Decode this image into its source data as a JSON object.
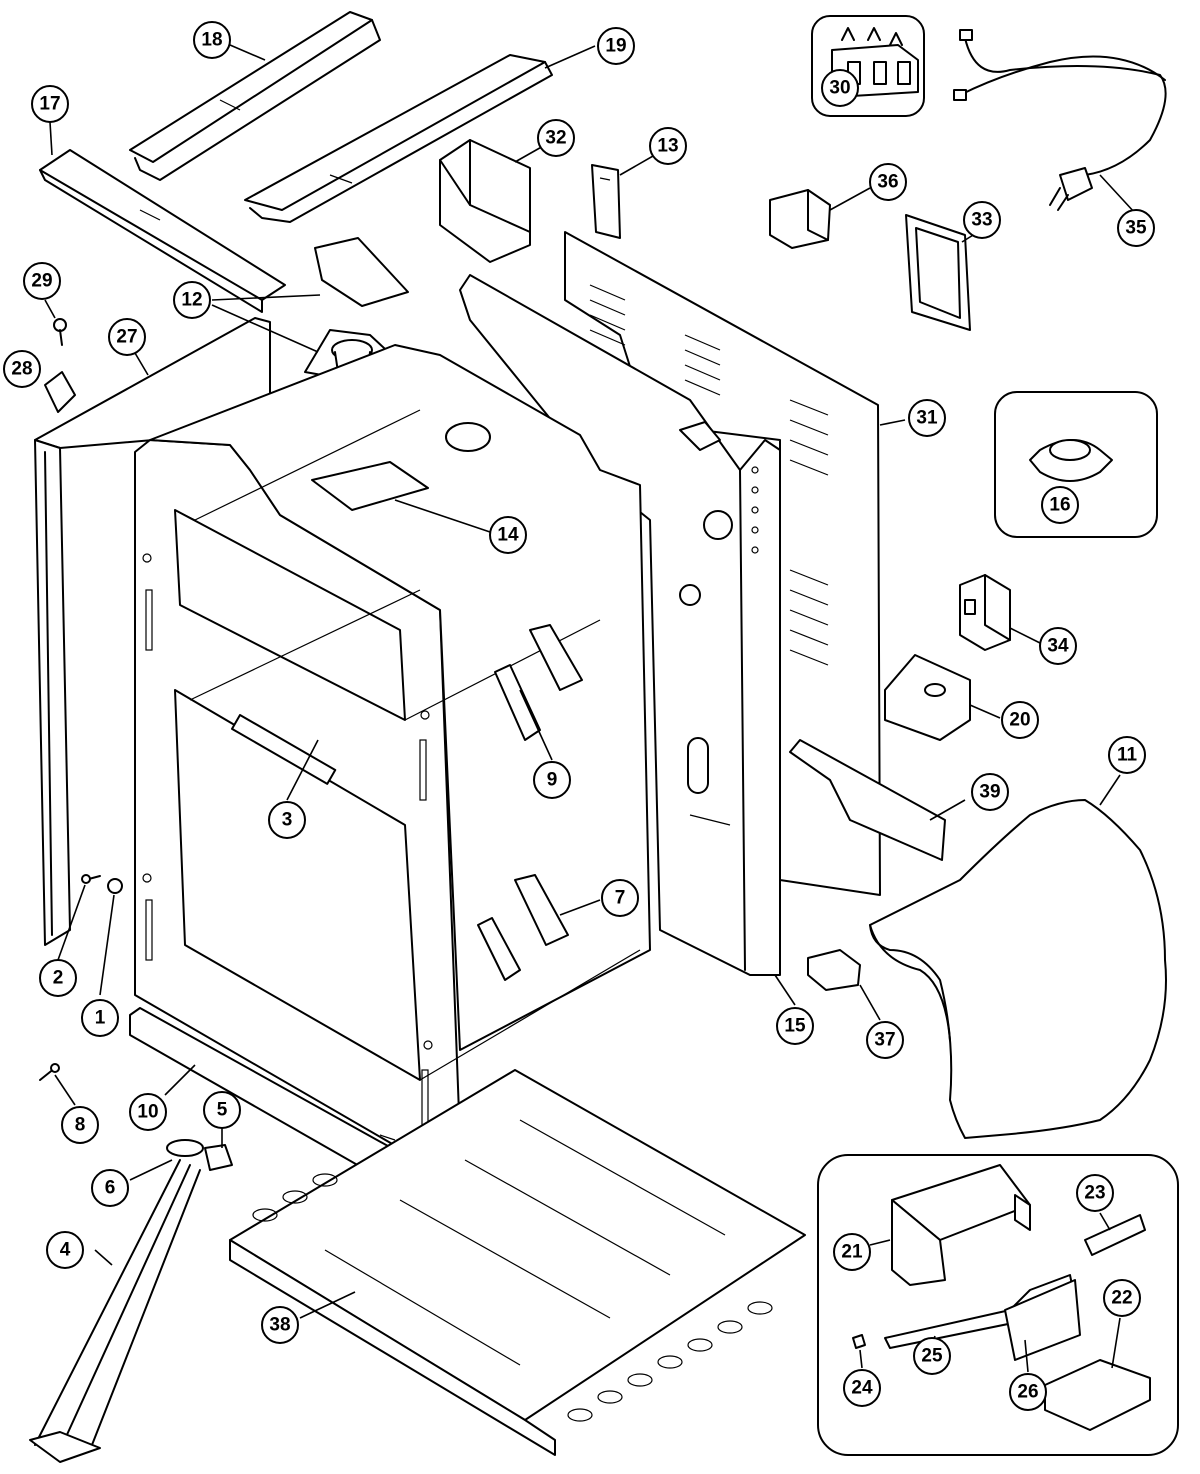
{
  "callouts": [
    {
      "label": "1"
    },
    {
      "label": "2"
    },
    {
      "label": "3"
    },
    {
      "label": "4"
    },
    {
      "label": "5"
    },
    {
      "label": "6"
    },
    {
      "label": "7"
    },
    {
      "label": "8"
    },
    {
      "label": "9"
    },
    {
      "label": "10"
    },
    {
      "label": "11"
    },
    {
      "label": "12"
    },
    {
      "label": "13"
    },
    {
      "label": "14"
    },
    {
      "label": "15"
    },
    {
      "label": "16"
    },
    {
      "label": "17"
    },
    {
      "label": "18"
    },
    {
      "label": "19"
    },
    {
      "label": "20"
    },
    {
      "label": "21"
    },
    {
      "label": "22"
    },
    {
      "label": "23"
    },
    {
      "label": "24"
    },
    {
      "label": "25"
    },
    {
      "label": "26"
    },
    {
      "label": "27"
    },
    {
      "label": "28"
    },
    {
      "label": "29"
    },
    {
      "label": "30"
    },
    {
      "label": "31"
    },
    {
      "label": "32"
    },
    {
      "label": "33"
    },
    {
      "label": "34"
    },
    {
      "label": "35"
    },
    {
      "label": "36"
    },
    {
      "label": "37"
    },
    {
      "label": "38"
    },
    {
      "label": "39"
    }
  ]
}
